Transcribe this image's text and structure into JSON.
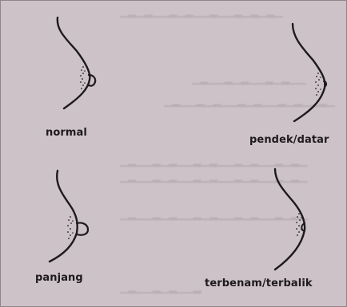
{
  "figure": {
    "panels": [
      {
        "id": "normal",
        "label": "normal"
      },
      {
        "id": "pendek",
        "label": "pendek/datar"
      },
      {
        "id": "panjang",
        "label": "panjang"
      },
      {
        "id": "terbenam",
        "label": "terbenam/terbalik"
      }
    ],
    "colors": {
      "paper": "#cdc2c8",
      "ink": "#1e1a1c",
      "bleed_text": "#a59aa0"
    }
  }
}
